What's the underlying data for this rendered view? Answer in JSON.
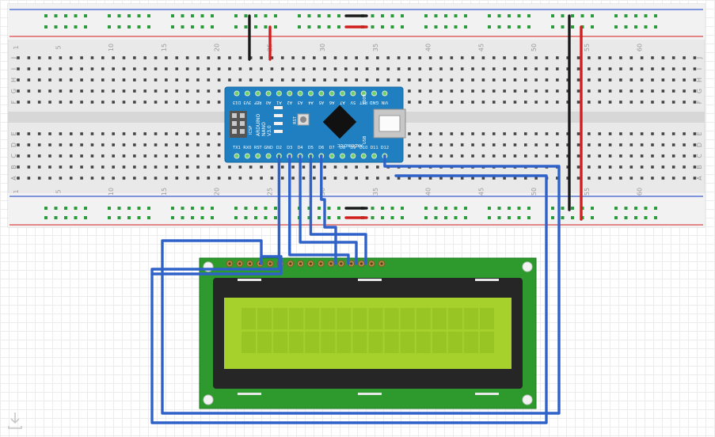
{
  "breadboard": {
    "column_numbers": [
      "1",
      "5",
      "10",
      "15",
      "20",
      "25",
      "30",
      "35",
      "40",
      "45",
      "50",
      "55",
      "60"
    ],
    "row_letters_top": [
      "J",
      "I",
      "H",
      "G",
      "F"
    ],
    "row_letters_bottom": [
      "E",
      "D",
      "C",
      "B",
      "A"
    ],
    "rail_color_blue": "#3d5fcf",
    "rail_color_red": "#d84545"
  },
  "arduino": {
    "name_lines": [
      "ARDUINO",
      "NANO",
      "V3.0"
    ],
    "brand": "ARDUINO.CC",
    "year": "2009",
    "usb": "USB",
    "rst_button": "RST",
    "icsp": "ICSP",
    "top_pins": [
      "VIN",
      "GND",
      "RST",
      "5V",
      "A7",
      "A6",
      "A5",
      "A4",
      "A3",
      "A2",
      "A1",
      "A0",
      "REF",
      "3V3",
      "D13"
    ],
    "bottom_pins": [
      "TX1",
      "RX0",
      "RST",
      "GND",
      "D2",
      "D3",
      "D4",
      "D5",
      "D6",
      "D7",
      "D8",
      "D9",
      "D10",
      "D11",
      "D12"
    ],
    "leds": [
      "L",
      "PWR",
      "TX",
      "RX"
    ],
    "pcb_color": "#1f7fc0"
  },
  "lcd": {
    "rows": 2,
    "cols": 16,
    "pin_count": 16,
    "pcb_color": "#2e9a2e",
    "screen_color": "#a6d02c"
  },
  "wires": {
    "blue_color": "#2f62c9",
    "red_color": "#d11f1f",
    "black_color": "#1a1a1a"
  }
}
